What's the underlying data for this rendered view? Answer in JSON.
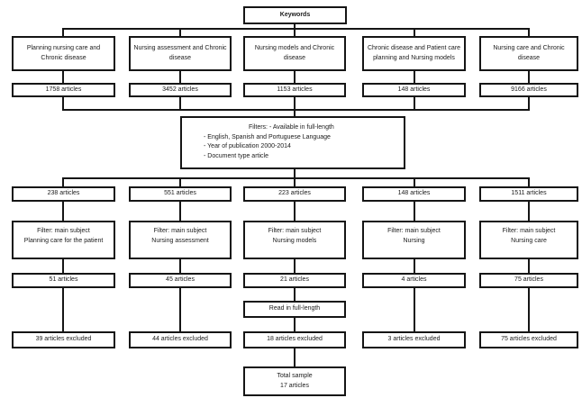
{
  "diagram": {
    "keywords_label": "Keywords",
    "filters": {
      "lines": [
        "Filters: - Available in full-length",
        "- English, Spanish and Portuguese Language",
        "- Year of publication 2000-2014",
        "- Document type article"
      ]
    },
    "read_full_length_label": "Read in full-length",
    "total_sample": {
      "line1": "Total sample",
      "line2": "17 articles"
    },
    "columns": [
      {
        "keyword": "Planning nursing care and Chronic disease",
        "initial_count": "1758 articles",
        "filtered_count": "238 articles",
        "subject_filter": [
          "Filter: main subject",
          "Planning care for the patient"
        ],
        "subject_count": "51 articles",
        "excluded_count": "39 articles excluded"
      },
      {
        "keyword": "Nursing assessment and Chronic disease",
        "initial_count": "3452 articles",
        "filtered_count": "551 articles",
        "subject_filter": [
          "Filter: main subject",
          "Nursing assessment"
        ],
        "subject_count": "45 articles",
        "excluded_count": "44 articles excluded"
      },
      {
        "keyword": "Nursing models and Chronic disease",
        "initial_count": "1153 articles",
        "filtered_count": "223 articles",
        "subject_filter": [
          "Filter: main subject",
          "Nursing models"
        ],
        "subject_count": "21 articles",
        "excluded_count": "18 articles excluded"
      },
      {
        "keyword": "Chronic disease and Patient care planning  and Nursing models",
        "initial_count": "148 articles",
        "filtered_count": "148 articles",
        "subject_filter": [
          "Filter: main subject",
          "Nursing"
        ],
        "subject_count": "4 articles",
        "excluded_count": "3 articles excluded"
      },
      {
        "keyword": "Nursing care and Chronic disease",
        "initial_count": "9166 articles",
        "filtered_count": "1511 articles",
        "subject_filter": [
          "Filter: main subject",
          "Nursing care"
        ],
        "subject_count": "75 articles",
        "excluded_count": "75 articles excluded"
      }
    ]
  }
}
